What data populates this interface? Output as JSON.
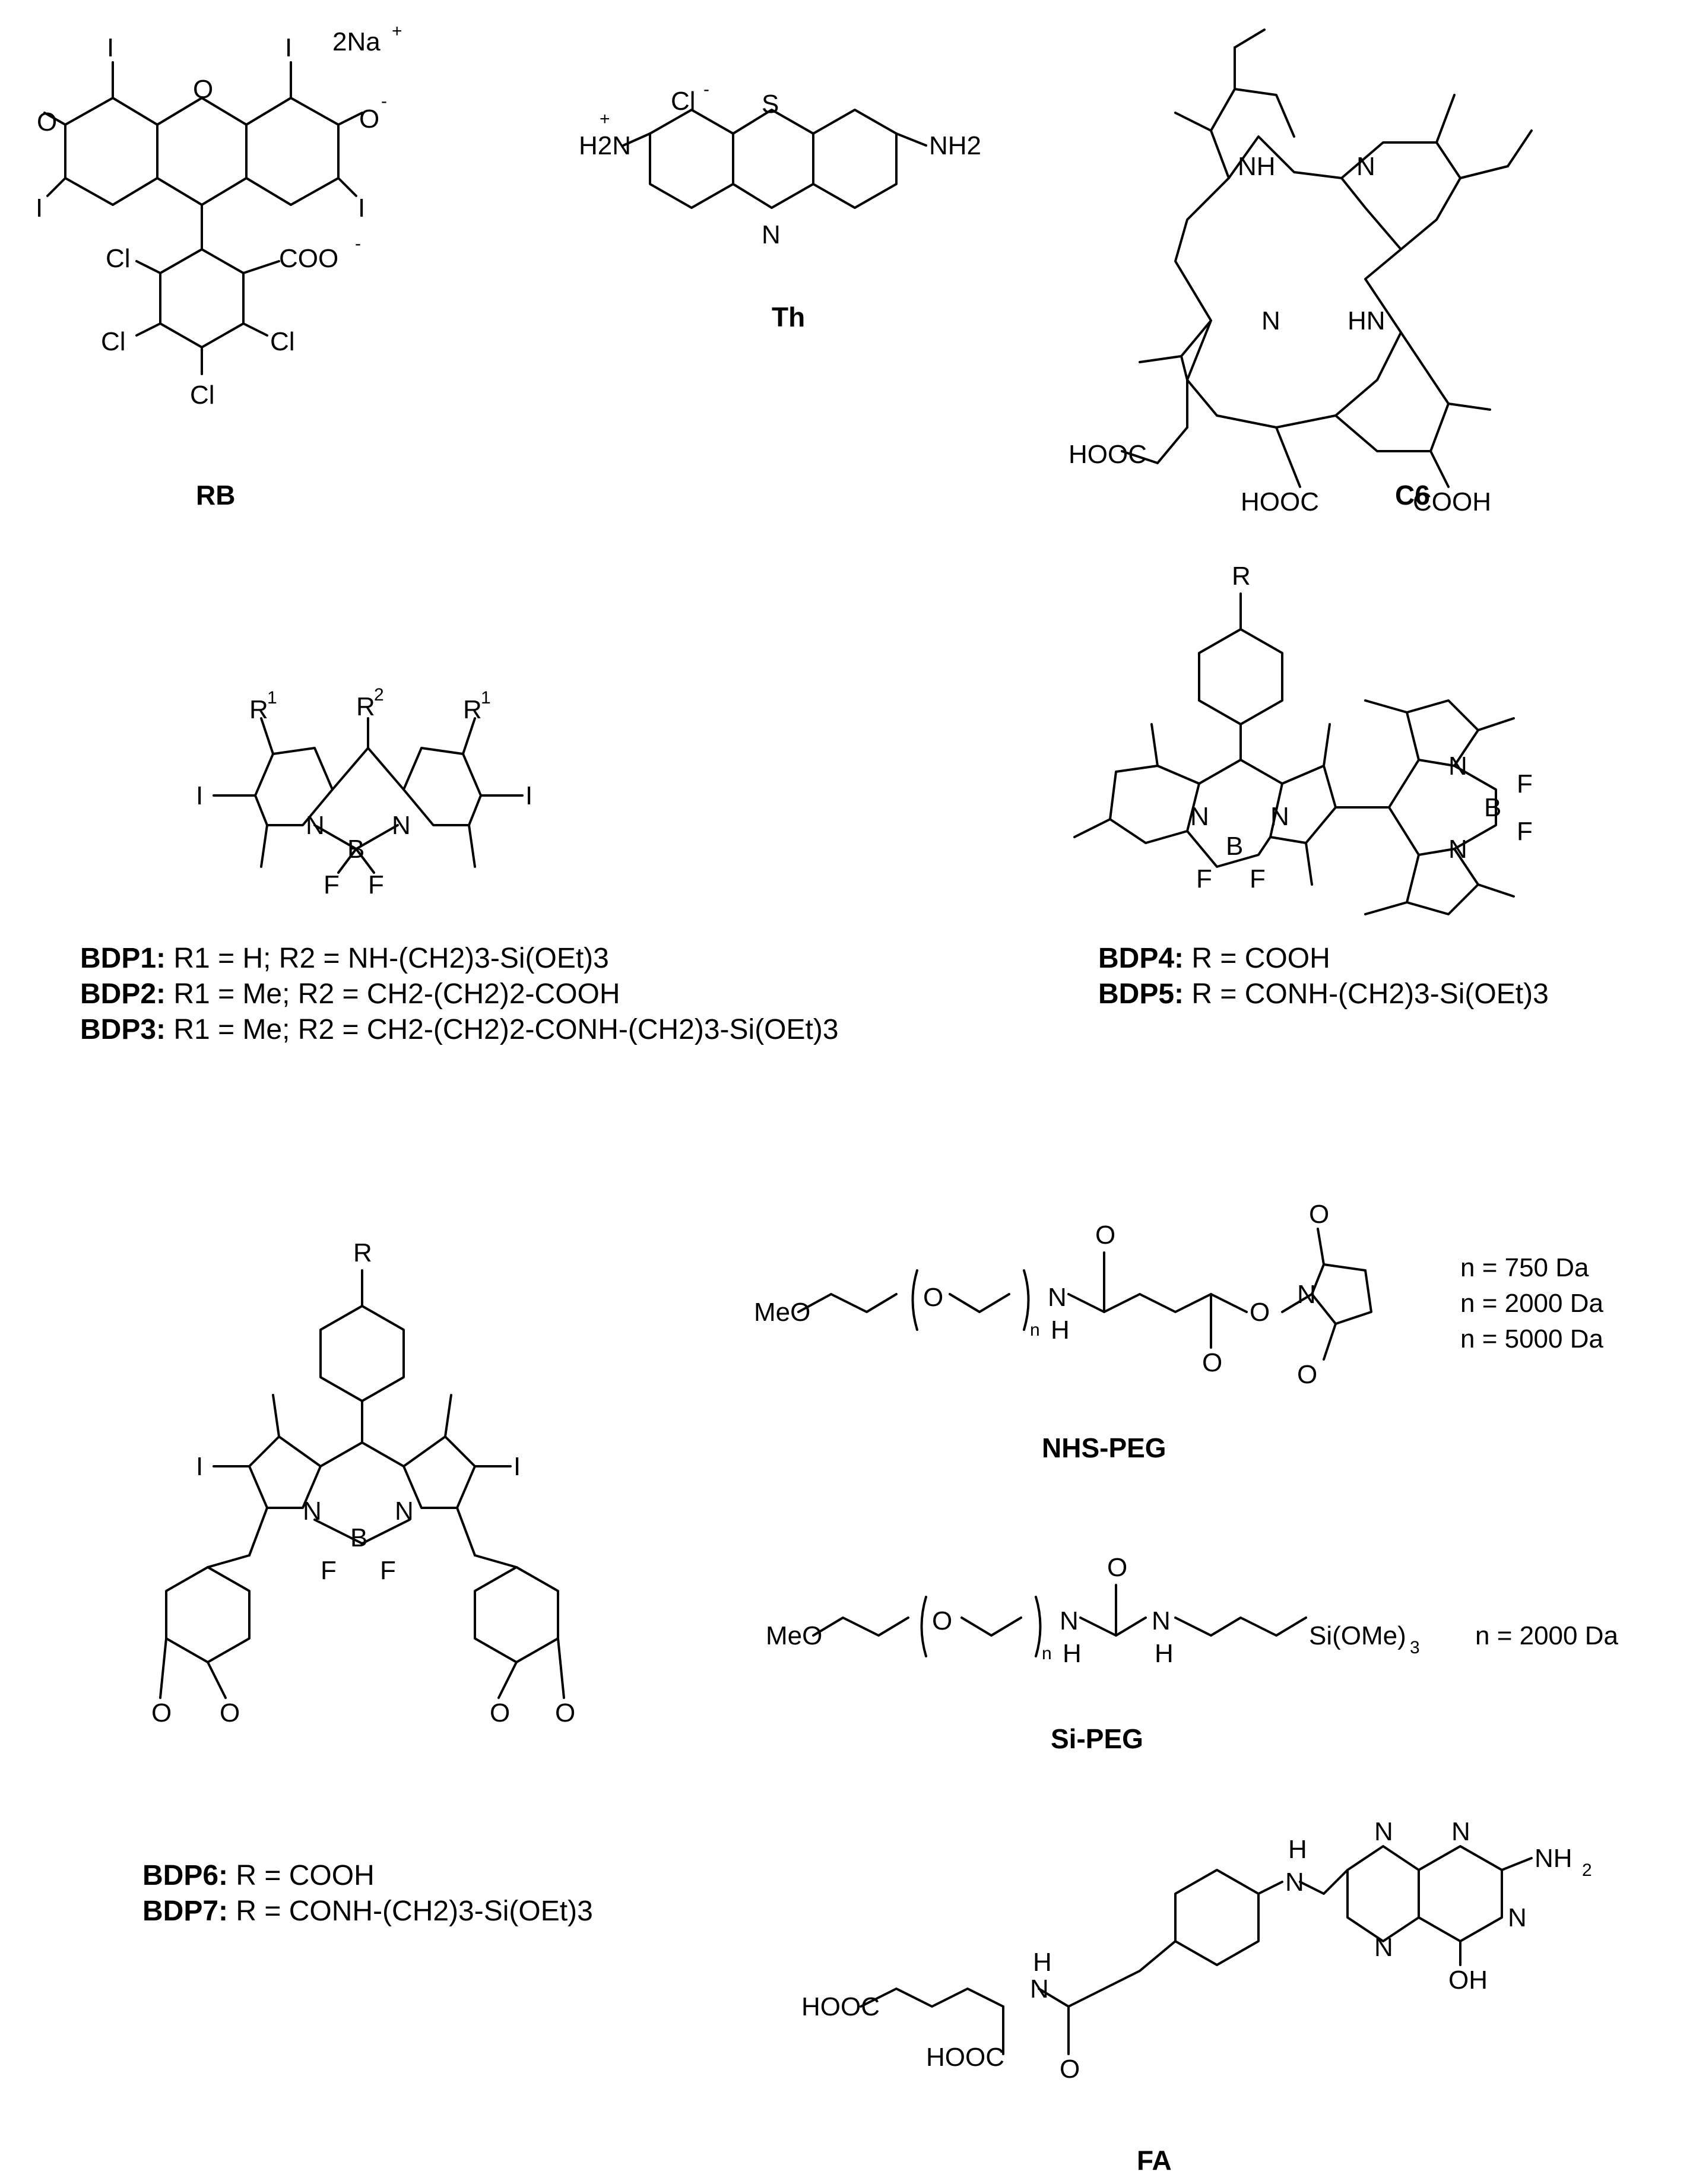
{
  "compounds": {
    "rb": {
      "label": "RB",
      "counterion": "2Na",
      "atoms": {
        "o_keto": "O",
        "o_bridge": "O",
        "o_phenolate": "O",
        "i": "I",
        "cl": "Cl",
        "carboxylate": "COO"
      }
    },
    "th": {
      "label": "Th",
      "counterion": "Cl",
      "atoms": {
        "s": "S",
        "n": "N",
        "nh2_left": "H2N",
        "nh2_right": "NH2"
      }
    },
    "c6": {
      "label": "C6",
      "atoms": {
        "nh": "NH",
        "n": "N",
        "hn": "HN",
        "cooh": "COOH",
        "hooc": "HOOC"
      }
    },
    "bdp_core": {
      "atoms": {
        "i": "I",
        "n": "N",
        "b": "B",
        "f": "F",
        "r1": "R",
        "r2": "R"
      }
    },
    "bdp45": {
      "atoms": {
        "r": "R",
        "n": "N",
        "b": "B",
        "f": "F"
      }
    },
    "bdp67": {
      "atoms": {
        "r": "R",
        "i": "I",
        "n": "N",
        "b": "B",
        "f": "F",
        "o": "O"
      }
    },
    "nhs_peg": {
      "label": "NHS-PEG",
      "atoms": {
        "meo": "MeO",
        "o": "O",
        "n_sub": "n",
        "nh": "N",
        "h": "H",
        "n_imide": "N"
      },
      "sizes": [
        "n = 750 Da",
        "n = 2000 Da",
        "n = 5000 Da"
      ]
    },
    "si_peg": {
      "label": "Si-PEG",
      "atoms": {
        "meo": "MeO",
        "o": "O",
        "n_sub": "n",
        "n": "N",
        "h": "H",
        "si": "Si(OMe)"
      },
      "size": "n = 2000 Da"
    },
    "fa": {
      "label": "FA",
      "atoms": {
        "n": "N",
        "h": "H",
        "nh2": "NH",
        "oh": "OH",
        "o": "O",
        "hooc": "HOOC"
      }
    }
  },
  "captions": {
    "bdp1": {
      "name": "BDP1:",
      "text": "R1 = H; R2 = NH-(CH2)3-Si(OEt)3"
    },
    "bdp2": {
      "name": "BDP2:",
      "text": "R1 = Me; R2 = CH2-(CH2)2-COOH"
    },
    "bdp3": {
      "name": "BDP3:",
      "text": "R1 = Me; R2 = CH2-(CH2)2-CONH-(CH2)3-Si(OEt)3"
    },
    "bdp4": {
      "name": "BDP4:",
      "text": "R = COOH"
    },
    "bdp5": {
      "name": "BDP5:",
      "text": "R = CONH-(CH2)3-Si(OEt)3"
    },
    "bdp6": {
      "name": "BDP6:",
      "text": "R = COOH"
    },
    "bdp7": {
      "name": "BDP7:",
      "text": "R = CONH-(CH2)3-Si(OEt)3"
    }
  }
}
